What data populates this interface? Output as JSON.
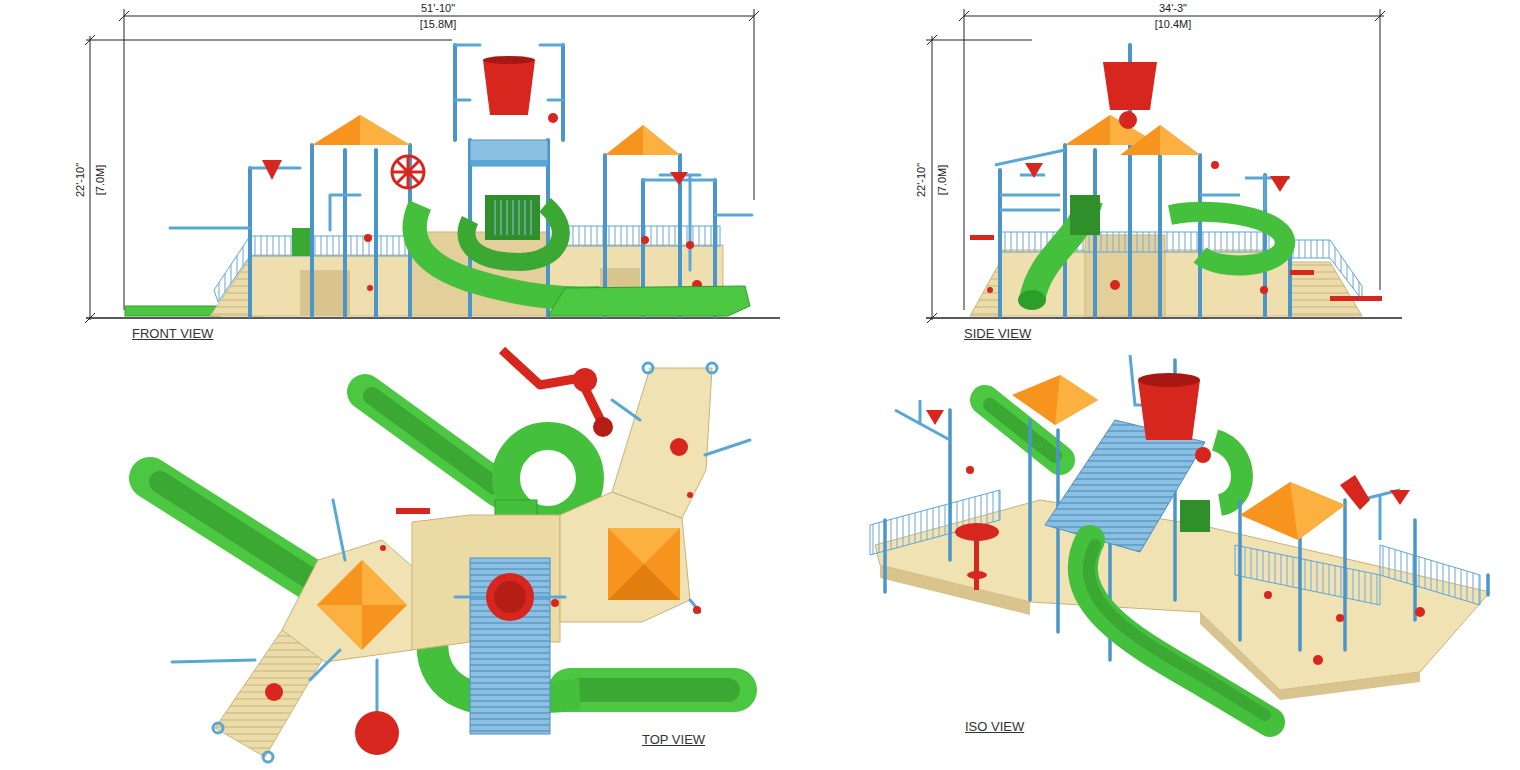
{
  "diagram": {
    "labels": [
      "51'-10\"",
      "[15.8M]",
      "22'-10\"",
      "[7.0M]",
      "FRONT VIEW",
      "34'-3\"",
      "[10.4M]",
      "22'-10\"",
      "[7.0M]",
      "SIDE VIEW",
      "TOP VIEW",
      "ISO VIEW"
    ]
  }
}
